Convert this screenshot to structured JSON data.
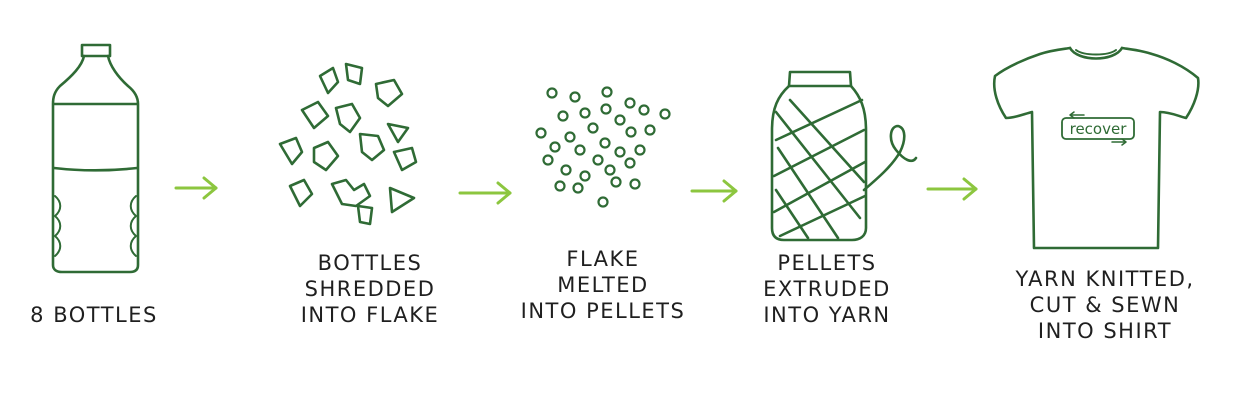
{
  "colors": {
    "icon_stroke": "#2f6b35",
    "arrow": "#8cc63f",
    "text": "#1f1f1f",
    "background": "#ffffff"
  },
  "steps": [
    {
      "icon": "bottle-icon",
      "lines": [
        "8 BOTTLES"
      ]
    },
    {
      "icon": "flakes-icon",
      "lines": [
        "BOTTLES",
        "SHREDDED",
        "INTO FLAKE"
      ]
    },
    {
      "icon": "pellets-icon",
      "lines": [
        "FLAKE",
        "MELTED",
        "INTO PELLETS"
      ]
    },
    {
      "icon": "yarn-spool-icon",
      "lines": [
        "PELLETS",
        "EXTRUDED",
        "INTO YARN"
      ]
    },
    {
      "icon": "tshirt-icon",
      "lines": [
        "YARN KNITTED,",
        "CUT & SEWN",
        "INTO SHIRT"
      ]
    }
  ],
  "shirt_brand": "recover"
}
